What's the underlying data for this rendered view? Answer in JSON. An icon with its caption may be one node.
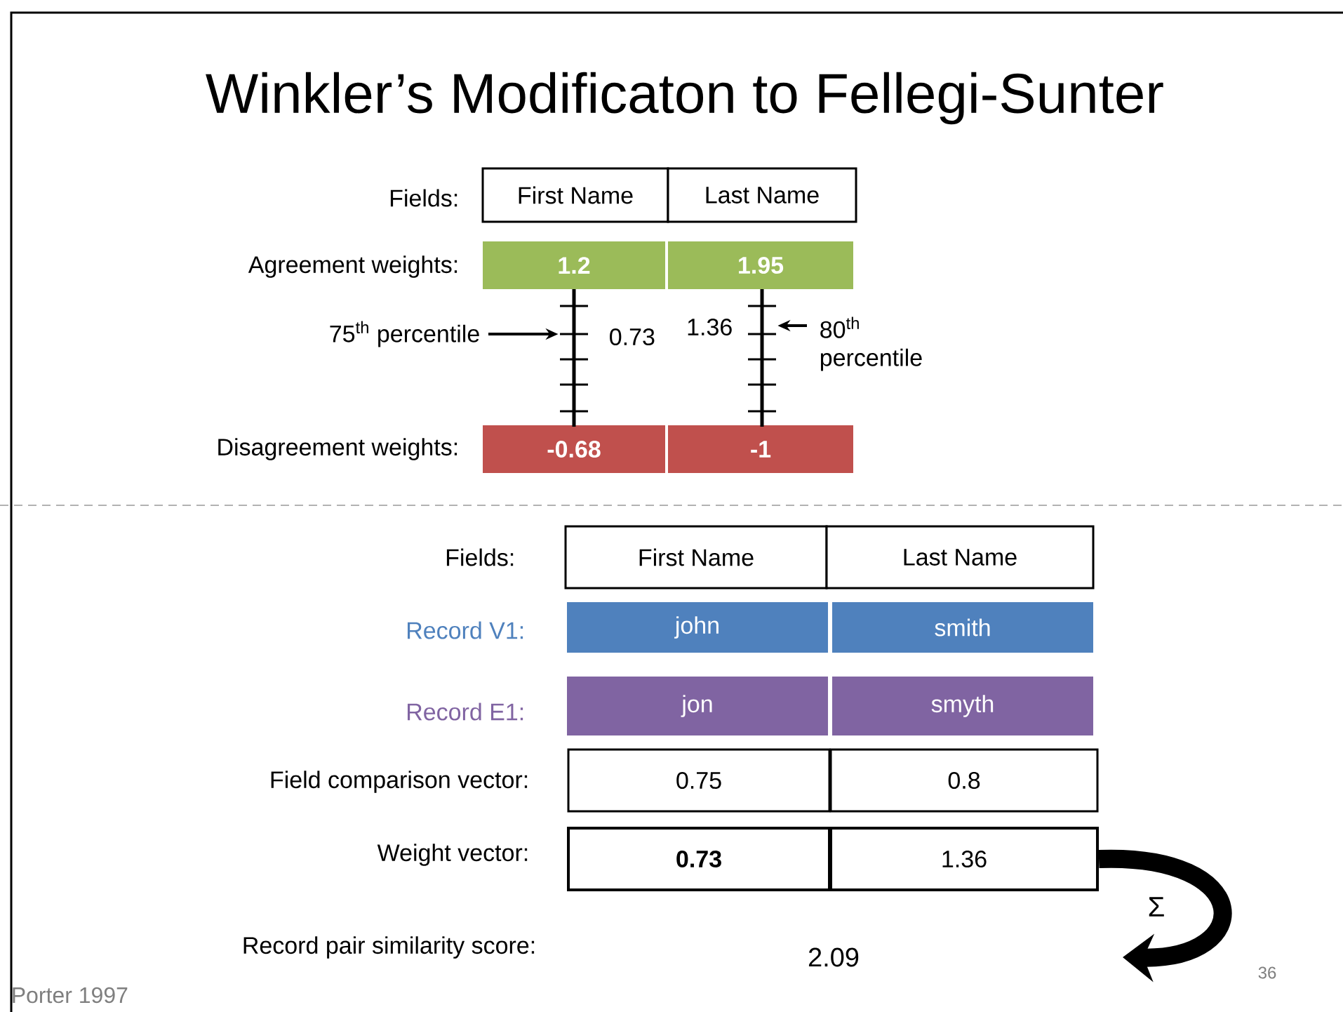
{
  "diagram": {
    "title": "Winkler’s Modificaton to Fellegi-Sunter",
    "nodes": [
      {
        "text": [
          "First Name"
        ]
      },
      {
        "text": [
          "Last Name"
        ]
      },
      {
        "text": [
          "1.2"
        ]
      },
      {
        "text": [
          "1.95"
        ]
      },
      {
        "text": [
          "-0.68"
        ]
      },
      {
        "text": [
          "-1"
        ]
      },
      {
        "text": [
          "75$^{th}$ percentile"
        ]
      },
      {
        "text": [
          "80$^{th}$ percentile"
        ]
      },
      {
        "text": [
          "First Name"
        ]
      },
      {
        "text": [
          "Last Name"
        ]
      },
      {
        "text": [
          "john"
        ]
      },
      {
        "text": [
          "smith"
        ]
      },
      {
        "text": [
          "jon"
        ]
      },
      {
        "text": [
          "smyth"
        ]
      },
      {
        "text": [
          "0.75"
        ]
      },
      {
        "text": [
          "0.8"
        ]
      },
      {
        "text": [
          "0.73"
        ]
      },
      {
        "text": [
          "1.36"
        ]
      },
      {
        "text": [
          "2.09"
        ]
      },
      {
        "text": [],
        "shape": "bar"
      },
      {
        "text": [],
        "shape": "bar"
      }
    ],
    "edges": [
      {
        "from": 6,
        "to": 19,
        "arrow": "to"
      },
      {
        "from": 7,
        "to": 20,
        "arrow": "to"
      },
      {
        "from": 17,
        "to": null,
        "arrow": "to",
        "label": "Σ",
        "style": "thick"
      }
    ],
    "labels": [
      "Fields:",
      "Agreement weights:",
      "0.73",
      "1.36",
      "Disagreement weights:",
      "Fields:",
      "Record V1:",
      "Record E1:",
      "Field comparison vector:",
      "Weight vector:",
      "Record pair similarity score:",
      "36",
      "Porter 1997"
    ]
  }
}
